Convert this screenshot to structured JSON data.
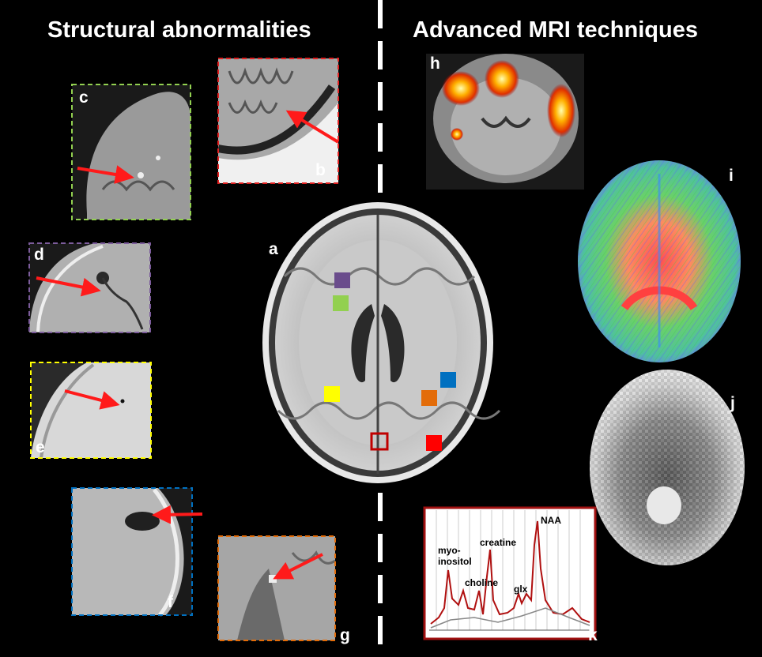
{
  "headings": {
    "left": "Structural abnormalities",
    "right": "Advanced MRI techniques"
  },
  "panel_labels": {
    "a": "a",
    "b": "b",
    "c": "c",
    "d": "d",
    "e": "e",
    "f": "f",
    "g": "g",
    "h": "h",
    "i": "i",
    "j": "j",
    "k": "k"
  },
  "spectrum_labels": {
    "naa": "NAA",
    "creatine": "creatine",
    "myo_line1": "myo-",
    "myo_line2": "inositol",
    "choline": "choline",
    "glx": "glx"
  },
  "colors": {
    "purple": "#6a4c8c",
    "green": "#92d050",
    "yellow": "#ffff00",
    "orange": "#e36c09",
    "blue": "#0070c0",
    "red": "#ff0000",
    "dark_red": "#c00000",
    "arrow": "#ff1a1a",
    "divider": "#ffffff"
  }
}
